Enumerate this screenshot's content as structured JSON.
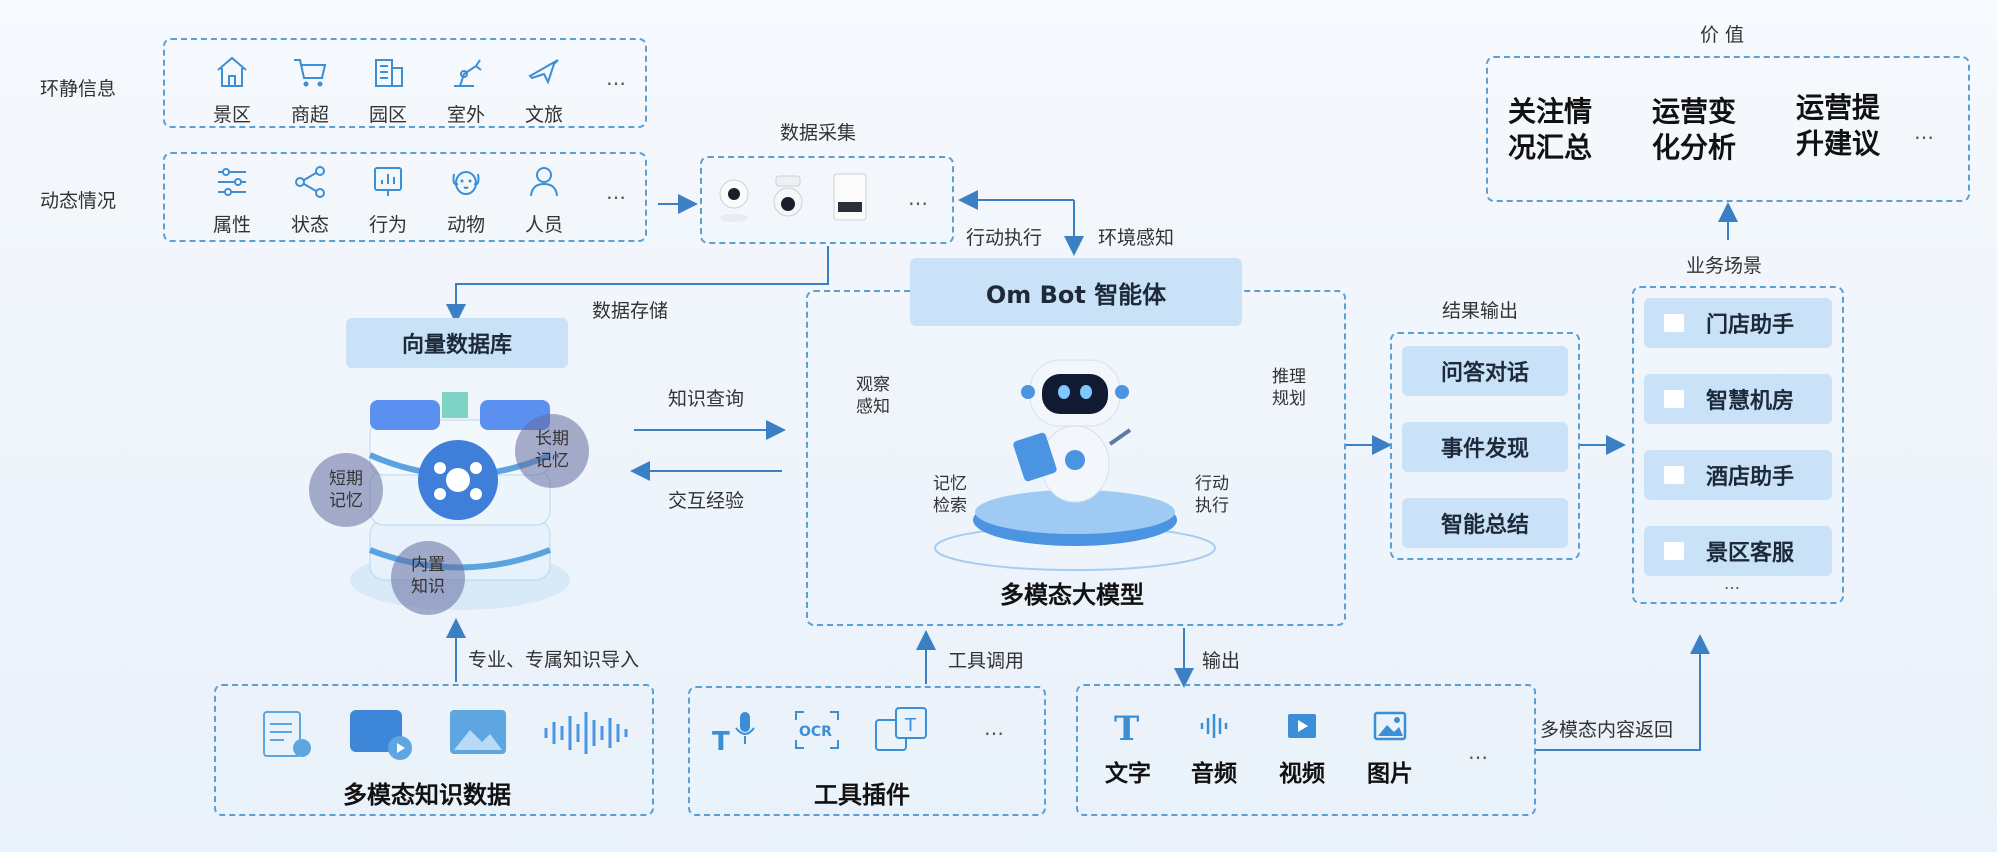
{
  "env": {
    "static_label": "环静信息",
    "dynamic_label": "动态情况",
    "static_items": [
      "景区",
      "商超",
      "园区",
      "室外",
      "文旅"
    ],
    "dynamic_items": [
      "属性",
      "状态",
      "行为",
      "动物",
      "人员"
    ],
    "more": "…"
  },
  "collection": {
    "title": "数据采集",
    "more": "…"
  },
  "arrows": {
    "action_exec": "行动执行",
    "env_perception": "环境感知",
    "data_storage": "数据存储",
    "knowledge_query": "知识查询",
    "interaction_exp": "交互经验",
    "knowledge_import": "专业、专属知识导入",
    "tool_call": "工具调用",
    "output": "输出",
    "multimodal_return": "多模态内容返回"
  },
  "vector_db": {
    "title": "向量数据库",
    "short_memory": "短期记忆",
    "long_memory": "长期记忆",
    "builtin_knowledge": "内置知识"
  },
  "agent": {
    "title": "Om Bot 智能体",
    "observe": "观察感知",
    "reason": "推理规划",
    "memory": "记忆检索",
    "act": "行动执行",
    "model": "多模态大模型"
  },
  "results": {
    "title": "结果输出",
    "items": [
      "问答对话",
      "事件发现",
      "智能总结"
    ]
  },
  "scenes": {
    "title": "业务场景",
    "items": [
      "门店助手",
      "智慧机房",
      "酒店助手",
      "景区客服"
    ],
    "more": "…"
  },
  "value": {
    "title": "价 值",
    "items": [
      "关注情况汇总",
      "运营变化分析",
      "运营提升建议"
    ],
    "more": "…"
  },
  "knowledge": {
    "title": "多模态知识数据"
  },
  "tools": {
    "title": "工具插件",
    "more": "…"
  },
  "outputs": {
    "items": [
      "文字",
      "音频",
      "视频",
      "图片"
    ],
    "more": "…"
  },
  "colors": {
    "accent": "#3b8fd6",
    "line": "#3b7fc4",
    "pill": "#c9e2f7"
  }
}
